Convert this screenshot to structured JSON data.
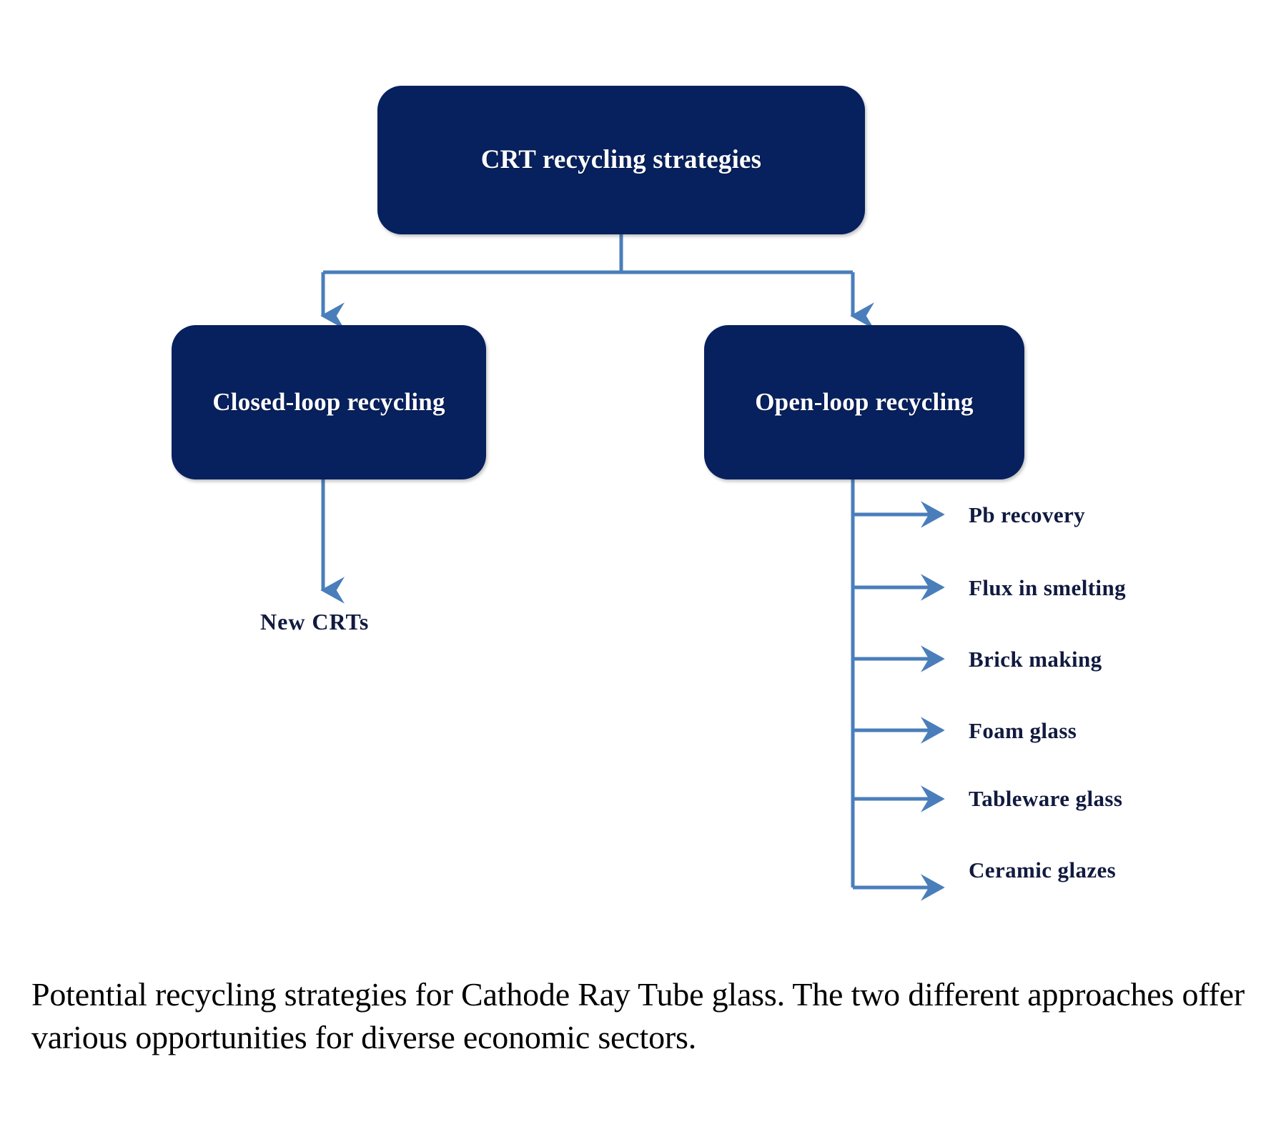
{
  "diagram": {
    "root": {
      "label": "CRT recycling strategies"
    },
    "branches": [
      {
        "label": "Closed-loop recycling"
      },
      {
        "label": "Open-loop recycling"
      }
    ],
    "closed_loop_outputs": [
      {
        "label": "New  CRTs"
      }
    ],
    "open_loop_outputs": [
      {
        "label": "Pb recovery"
      },
      {
        "label": "Flux in smelting"
      },
      {
        "label": "Brick making"
      },
      {
        "label": "Foam  glass"
      },
      {
        "label": "Tableware  glass"
      },
      {
        "label": "Ceramic glazes"
      }
    ]
  },
  "caption": {
    "text": "Potential recycling strategies for Cathode Ray Tube glass. The two different approaches offer various opportunities for diverse economic sectors."
  },
  "colors": {
    "node_fill": "#07205e",
    "node_text": "#ffffff",
    "connector": "#4a7ebb",
    "leaf_text": "#111a3f",
    "background": "#ffffff",
    "caption_text": "#000000"
  }
}
